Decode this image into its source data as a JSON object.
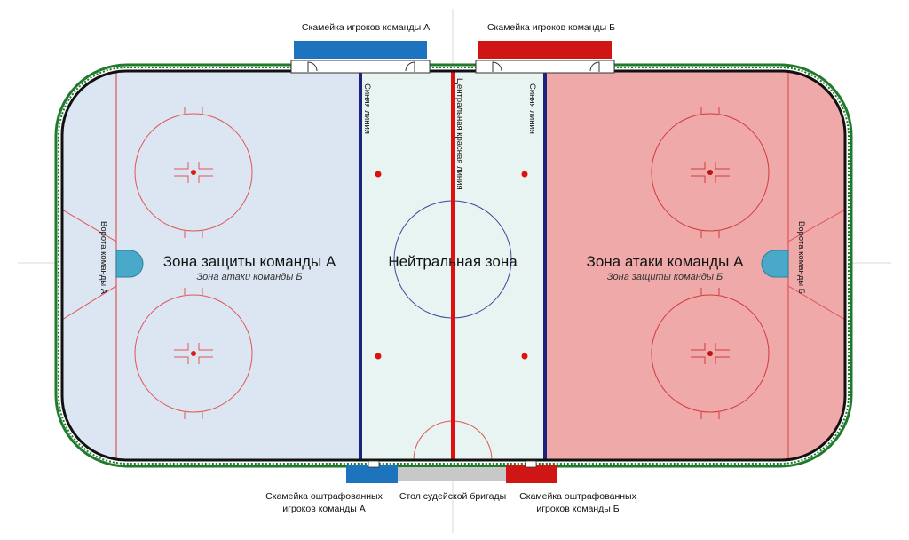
{
  "benches": {
    "team_a": "Скамейка игроков команды А",
    "team_b": "Скамейка игроков команды Б"
  },
  "lines": {
    "blue_left": "Синяя линия",
    "center_red": "Центральная красная линия",
    "blue_right": "Синяя линия"
  },
  "goals": {
    "team_a": "Ворота команды А",
    "team_b": "Ворота команды Б"
  },
  "zones": {
    "defense_a": {
      "title": "Зона защиты команды А",
      "subtitle": "Зона атаки команды Б"
    },
    "neutral": {
      "title": "Нейтральная зона"
    },
    "attack_a": {
      "title": "Зона атаки команды А",
      "subtitle": "Зона защиты команды Б"
    }
  },
  "bottom": {
    "penalty_a_line1": "Скамейка оштрафованных",
    "penalty_a_line2": "игроков команды А",
    "officials": "Стол судейской бригады",
    "penalty_b_line1": "Скамейка оштрафованных",
    "penalty_b_line2": "игроков команды Б"
  },
  "colors": {
    "defense_zone": "#dbe6f2",
    "neutral_zone": "#e7f4f1",
    "attack_zone": "#f0a9a9",
    "blue_line": "#1a237e",
    "red_line": "#e01010",
    "board_green": "#1f7a2c",
    "bench_blue": "#1e73be",
    "bench_red": "#d01515",
    "goal_crease": "#4aa8c8"
  }
}
